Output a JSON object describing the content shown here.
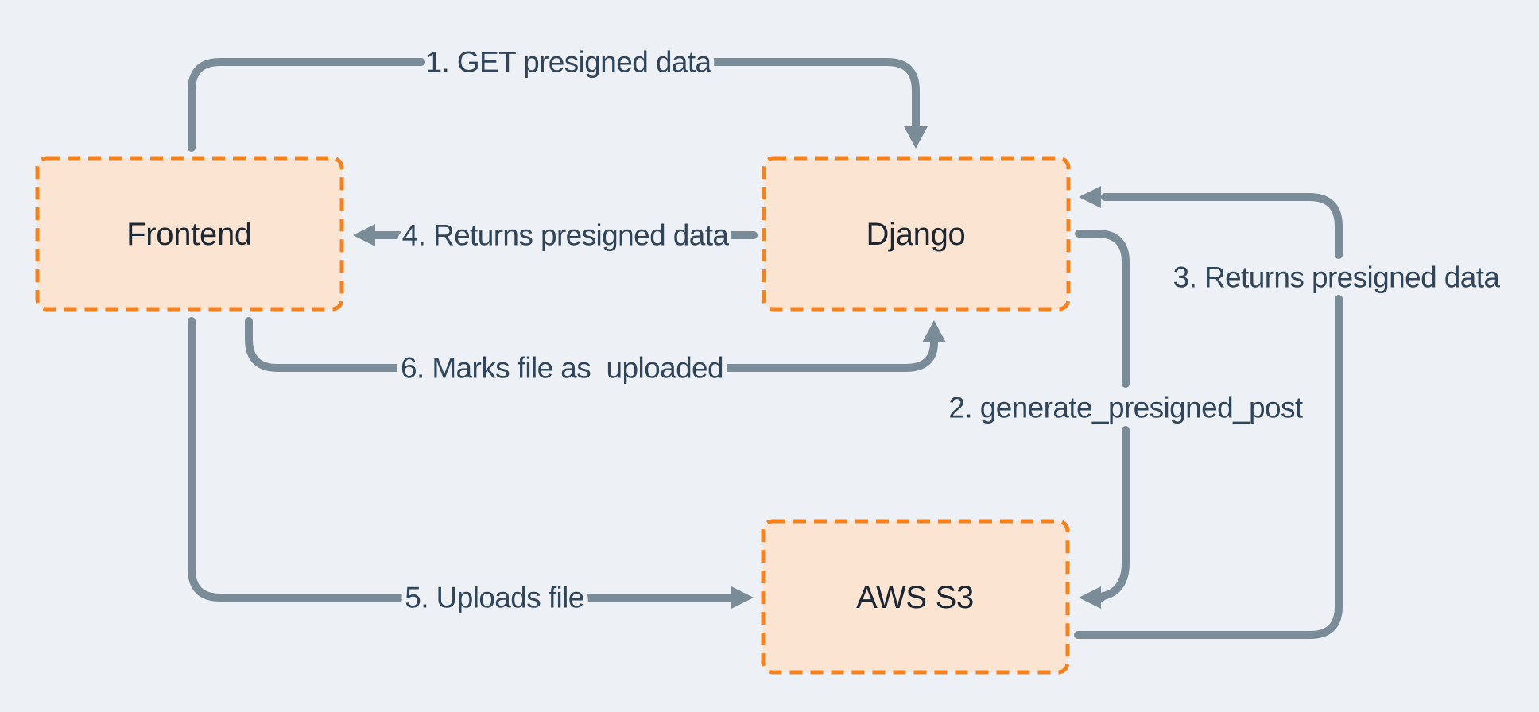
{
  "diagram": {
    "colors": {
      "background": "#edf1f5",
      "node_fill": "#fce4d3",
      "node_border": "#f6821f",
      "connector": "#7b8c99",
      "node_label": "#1b2733",
      "edge_label": "#30455a"
    },
    "nodes": [
      {
        "id": "frontend",
        "label": "Frontend"
      },
      {
        "id": "django",
        "label": "Django"
      },
      {
        "id": "aws_s3",
        "label": "AWS S3"
      }
    ],
    "edges": [
      {
        "step": 1,
        "label": "1. GET presigned data",
        "from": "Frontend",
        "to": "Django"
      },
      {
        "step": 2,
        "label": "2. generate_presigned_post",
        "from": "Django",
        "to": "AWS S3"
      },
      {
        "step": 3,
        "label": "3. Returns presigned data",
        "from": "AWS S3",
        "to": "Django"
      },
      {
        "step": 4,
        "label": "4. Returns presigned data",
        "from": "Django",
        "to": "Frontend"
      },
      {
        "step": 5,
        "label": "5. Uploads file",
        "from": "Frontend",
        "to": "AWS S3"
      },
      {
        "step": 6,
        "label": "6. Marks file as  uploaded",
        "from": "Frontend",
        "to": "Django"
      }
    ]
  }
}
